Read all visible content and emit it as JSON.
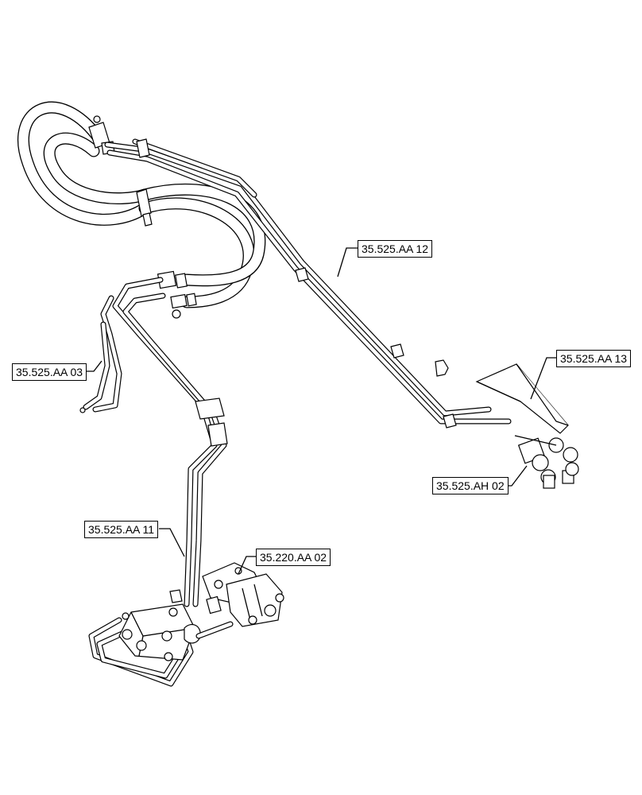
{
  "diagram": {
    "callouts": [
      {
        "id": "aa12",
        "label": "35.525.AA 12"
      },
      {
        "id": "aa13",
        "label": "35.525.AA 13"
      },
      {
        "id": "aa03",
        "label": "35.525.AA 03"
      },
      {
        "id": "ah02",
        "label": "35.525.AH 02"
      },
      {
        "id": "aa11",
        "label": "35.525.AA 11"
      },
      {
        "id": "aa220",
        "label": "35.220.AA 02"
      }
    ]
  }
}
